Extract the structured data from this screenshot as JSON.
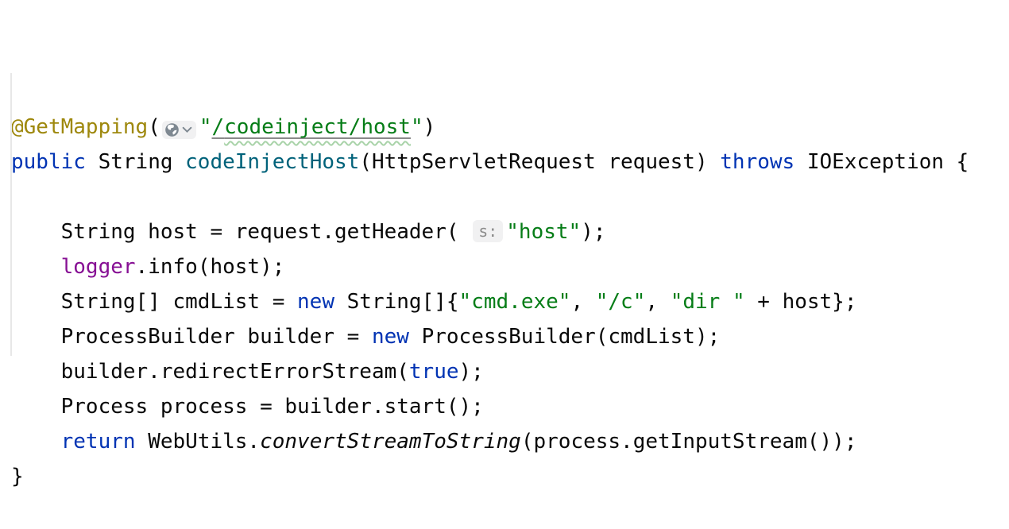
{
  "editor": {
    "language_hint": "java-source-code",
    "colors": {
      "ann": "#9E880D",
      "kw": "#0033B3",
      "str": "#067D17",
      "mdecl": "#00627A",
      "field": "#871094",
      "plain": "#080808",
      "inlay_bg": "#F1F1F2",
      "inlay_fg": "#8C8C8C",
      "url_underline": "#8A8A8A",
      "wave": "#A9D3A9",
      "guide": "#E7E7E7",
      "icon_gray": "#7E8891",
      "background": "#FFFFFF"
    },
    "inlays": {
      "url_icon": "globe-with-chevron-down",
      "param_hint": "s:"
    },
    "lines": [
      {
        "segments": [
          {
            "t": "@GetMapping",
            "s": "ann"
          },
          {
            "t": "(",
            "s": "plain"
          },
          {
            "inlay": "url-icon"
          },
          {
            "t": "\"",
            "s": "str"
          },
          {
            "t": "/",
            "s": "url"
          },
          {
            "t": "codeinject/host",
            "s": "url",
            "wavy": true
          },
          {
            "t": "\"",
            "s": "str"
          },
          {
            "t": ")",
            "s": "plain"
          }
        ]
      },
      {
        "segments": [
          {
            "t": "public",
            "s": "kw"
          },
          {
            "t": " String ",
            "s": "plain"
          },
          {
            "t": "codeInjectHost",
            "s": "mdecl"
          },
          {
            "t": "(HttpServletRequest request) ",
            "s": "plain"
          },
          {
            "t": "throws",
            "s": "kw"
          },
          {
            "t": " IOException {",
            "s": "plain"
          }
        ]
      },
      {
        "segments": []
      },
      {
        "segments": [
          {
            "t": "    String host = request.getHeader( ",
            "s": "plain"
          },
          {
            "inlay": "hint",
            "t": "s:"
          },
          {
            "t": "\"host\"",
            "s": "str"
          },
          {
            "t": ");",
            "s": "plain"
          }
        ]
      },
      {
        "segments": [
          {
            "t": "    ",
            "s": "plain"
          },
          {
            "t": "logger",
            "s": "field"
          },
          {
            "t": ".info(host);",
            "s": "plain"
          }
        ]
      },
      {
        "segments": [
          {
            "t": "    String[] cmdList = ",
            "s": "plain"
          },
          {
            "t": "new",
            "s": "kw"
          },
          {
            "t": " String[]{",
            "s": "plain"
          },
          {
            "t": "\"cmd.exe\"",
            "s": "str"
          },
          {
            "t": ", ",
            "s": "plain"
          },
          {
            "t": "\"/c\"",
            "s": "str"
          },
          {
            "t": ", ",
            "s": "plain"
          },
          {
            "t": "\"dir \"",
            "s": "str"
          },
          {
            "t": " + host};",
            "s": "plain"
          }
        ]
      },
      {
        "segments": [
          {
            "t": "    ProcessBuilder builder = ",
            "s": "plain"
          },
          {
            "t": "new",
            "s": "kw"
          },
          {
            "t": " ProcessBuilder(cmdList);",
            "s": "plain"
          }
        ]
      },
      {
        "segments": [
          {
            "t": "    builder.redirectErrorStream(",
            "s": "plain"
          },
          {
            "t": "true",
            "s": "kw"
          },
          {
            "t": ");",
            "s": "plain"
          }
        ]
      },
      {
        "segments": [
          {
            "t": "    Process process = builder.start();",
            "s": "plain"
          }
        ]
      },
      {
        "segments": [
          {
            "t": "    ",
            "s": "plain"
          },
          {
            "t": "return",
            "s": "kw"
          },
          {
            "t": " WebUtils.",
            "s": "plain"
          },
          {
            "t": "convertStreamToString",
            "s": "italic"
          },
          {
            "t": "(process.getInputStream());",
            "s": "plain"
          }
        ]
      },
      {
        "segments": [
          {
            "t": "}",
            "s": "plain"
          }
        ]
      }
    ]
  }
}
